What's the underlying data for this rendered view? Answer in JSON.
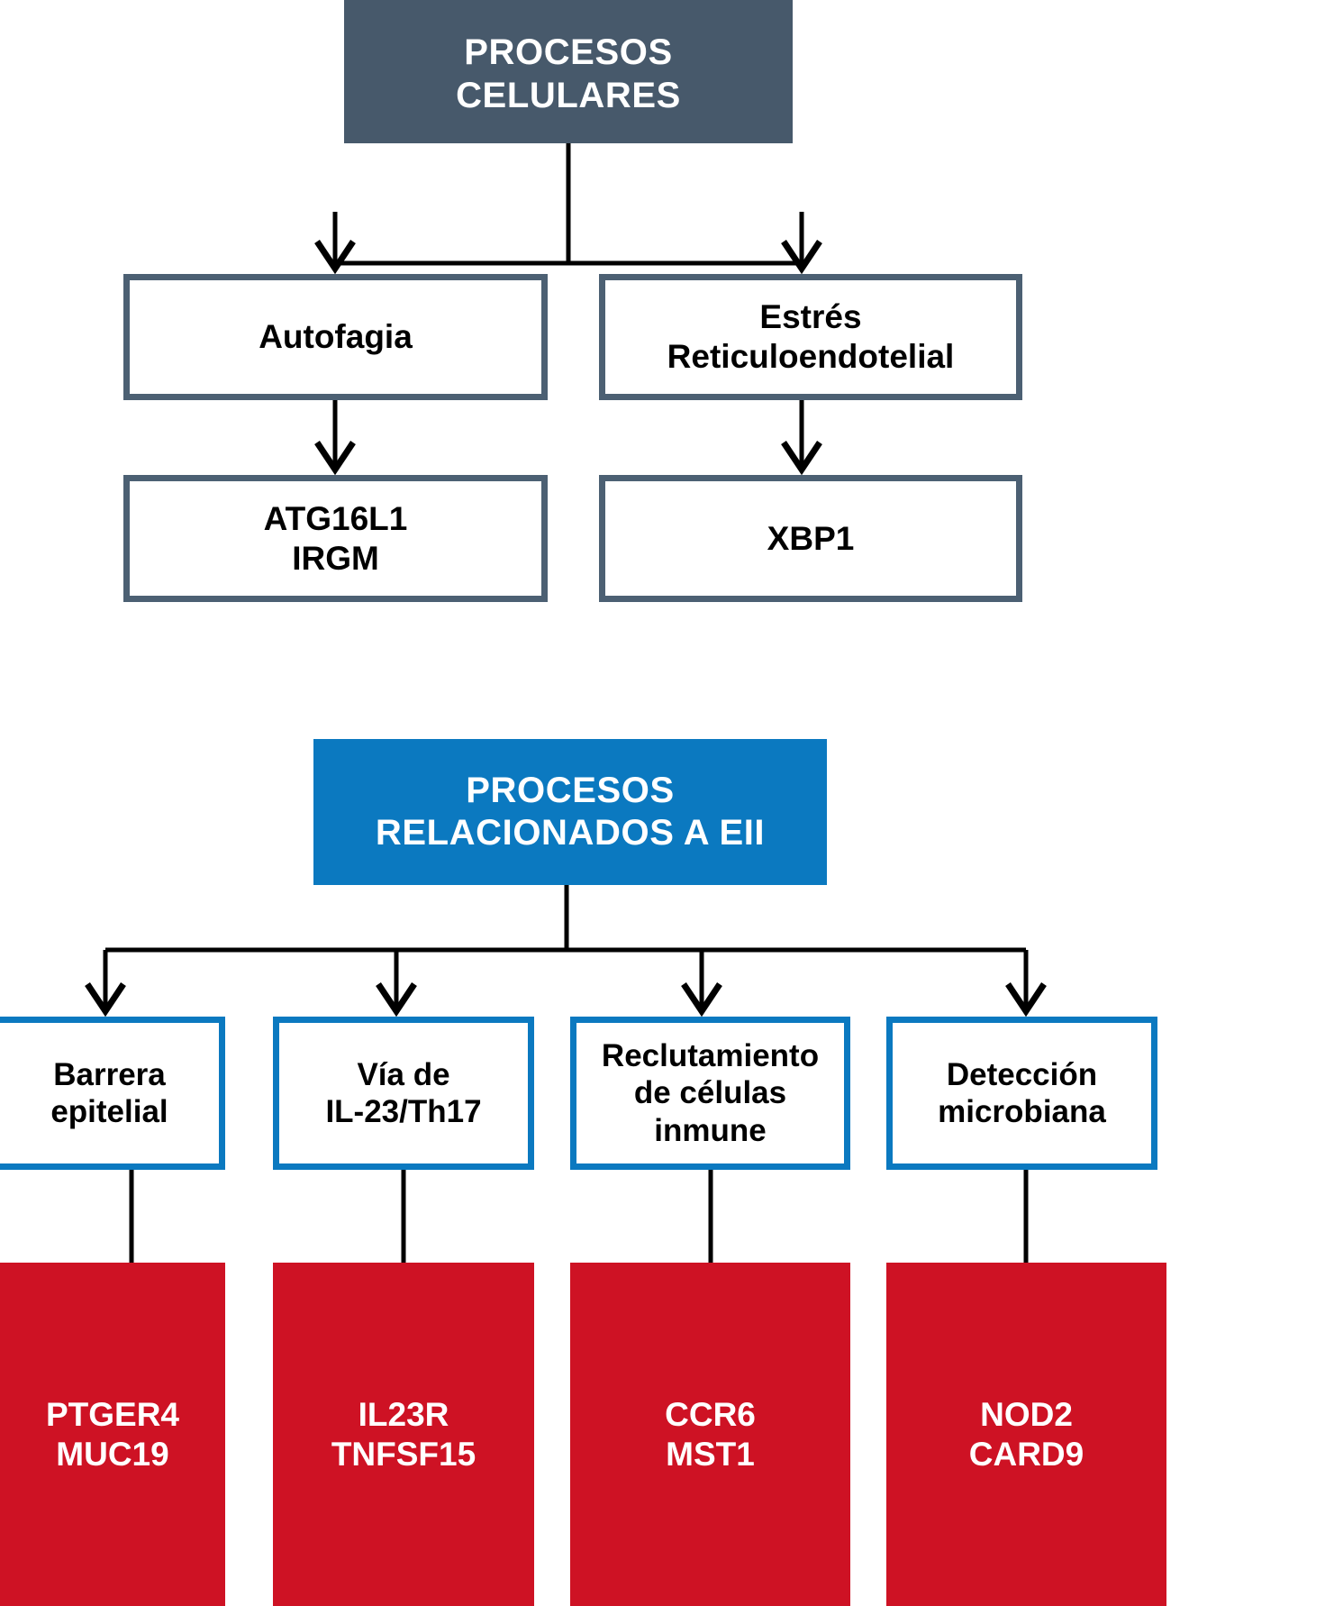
{
  "diagram": {
    "title_text_top": "PROCESOS\nCELULARES",
    "title_text_bottom": "PROCESOS\nRELACIONADOS A EII",
    "colors": {
      "slate": "#47596B",
      "slate_border": "#4C6073",
      "blue": "#0B79C0",
      "red": "#CE1224",
      "text_dark": "#000000",
      "text_light": "#FFFFFF",
      "connector": "#000000",
      "background": "#FFFFFF"
    },
    "sections": {
      "cellular": {
        "header": "PROCESOS\nCELULARES",
        "processes": [
          {
            "label": "Autofagia",
            "genes": "ATG16L1\nIRGM"
          },
          {
            "label": "Estrés\nReticuloendotelial",
            "genes": "XBP1"
          }
        ]
      },
      "eii": {
        "header": "PROCESOS\nRELACIONADOS A EII",
        "processes": [
          {
            "label": "Barrera\nepitelial",
            "genes": "PTGER4\nMUC19"
          },
          {
            "label": "Vía de\nIL-23/Th17",
            "genes": "IL23R\nTNFSF15"
          },
          {
            "label": "Reclutamiento\nde células\ninmune",
            "genes": "CCR6\nMST1"
          },
          {
            "label": "Detección\nmicrobiana",
            "genes": "NOD2\nCARD9"
          }
        ]
      }
    }
  }
}
